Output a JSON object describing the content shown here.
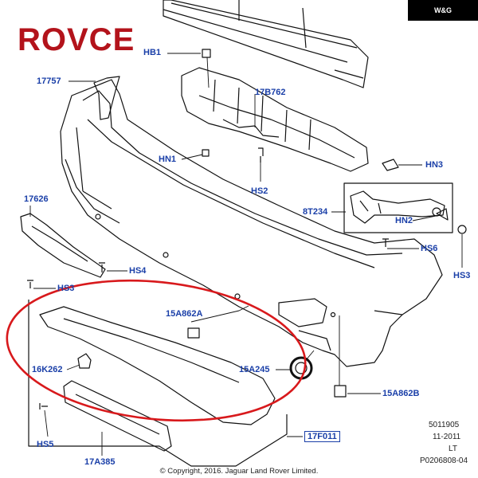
{
  "brand": {
    "logo_text": "ROVCE",
    "badge": "W&G"
  },
  "labels": {
    "hb1": "HB1",
    "p17757": "17757",
    "p17b762": "17B762",
    "hn1": "HN1",
    "hs2": "HS2",
    "hn3": "HN3",
    "p17626": "17626",
    "p8t234": "8T234",
    "hn2": "HN2",
    "hs6": "HS6",
    "hs4": "HS4",
    "hs3_left": "HS3",
    "hs3_right": "HS3",
    "p15a862a": "15A862A",
    "p16k262": "16K262",
    "p15a245": "15A245",
    "p15a862b": "15A862B",
    "hs5": "HS5",
    "p17a385": "17A385",
    "p17f011": "17F011"
  },
  "meta": {
    "code1": "5011905",
    "date": "11-2011",
    "side": "LT",
    "ref": "P0206808-04"
  },
  "copyright": "© Copyright, 2016. Jaguar Land Rover Limited.",
  "colors": {
    "label": "#1a3fa8",
    "highlight": "#d8191c",
    "line": "#111111"
  }
}
